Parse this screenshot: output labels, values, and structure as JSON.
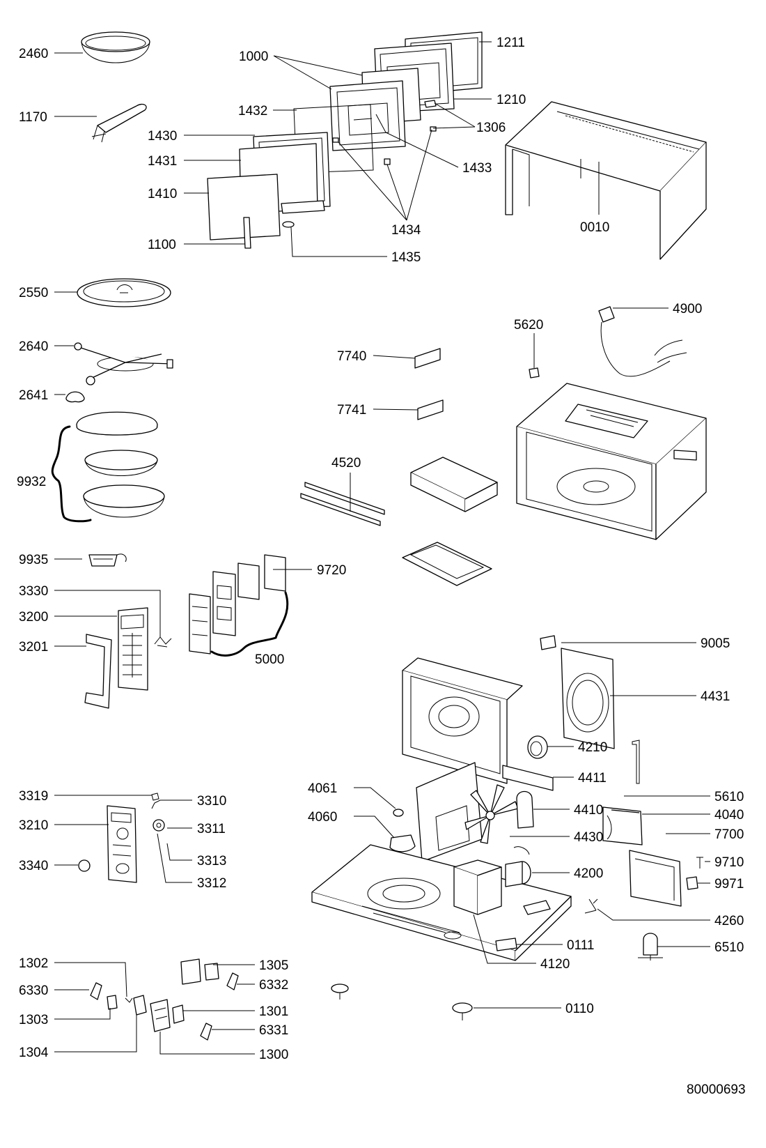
{
  "diagram": {
    "labels": {
      "p2460": "2460",
      "p1170": "1170",
      "p1000": "1000",
      "p1211": "1211",
      "p1210": "1210",
      "p1432": "1432",
      "p1306": "1306",
      "p1430": "1430",
      "p1431": "1431",
      "p1433": "1433",
      "p1410": "1410",
      "p1434": "1434",
      "p0010": "0010",
      "p1100": "1100",
      "p1435": "1435",
      "p2550": "2550",
      "p4900": "4900",
      "p5620": "5620",
      "p2640": "2640",
      "p7740": "7740",
      "p2641": "2641",
      "p7741": "7741",
      "p4520": "4520",
      "p9932": "9932",
      "p9935": "9935",
      "p9720": "9720",
      "p3330": "3330",
      "p3200": "3200",
      "p9005": "9005",
      "p3201": "3201",
      "p5000": "5000",
      "p4431": "4431",
      "p4210": "4210",
      "p4061": "4061",
      "p4411": "4411",
      "p4060": "4060",
      "p5610": "5610",
      "p4410": "4410",
      "p4040": "4040",
      "p3319": "3319",
      "p3310": "3310",
      "p4430": "4430",
      "p7700": "7700",
      "p3210": "3210",
      "p3311": "3311",
      "p9710": "9710",
      "p4200": "4200",
      "p9971": "9971",
      "p3313": "3313",
      "p3340": "3340",
      "p3312": "3312",
      "p4260": "4260",
      "p6510": "6510",
      "p0111": "0111",
      "p4120": "4120",
      "p1302": "1302",
      "p1305": "1305",
      "p6330": "6330",
      "p6332": "6332",
      "p0110": "0110",
      "p1303": "1303",
      "p1301": "1301",
      "p6331": "6331",
      "p1304": "1304",
      "p1300": "1300"
    },
    "doc_number": "80000693"
  }
}
